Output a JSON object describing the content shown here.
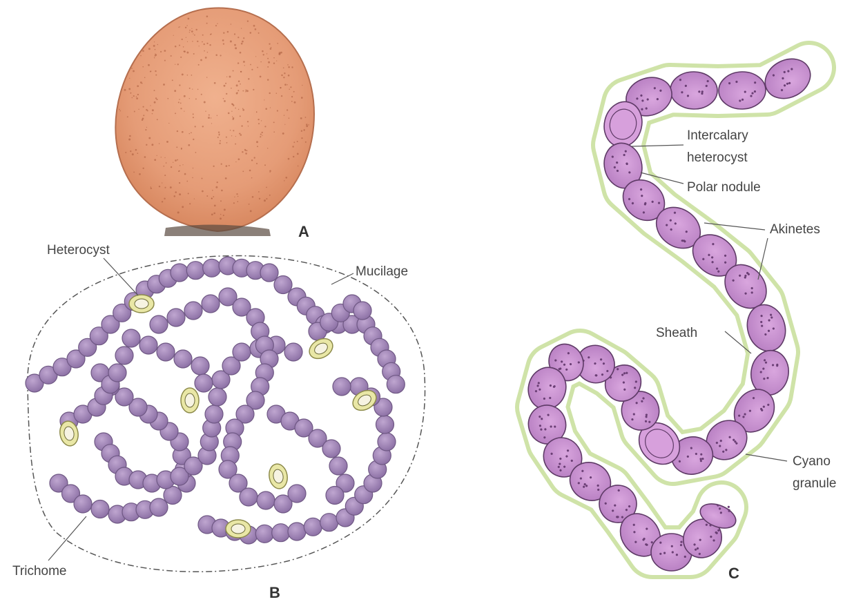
{
  "panels": {
    "a": {
      "letter": "A"
    },
    "b": {
      "letter": "B",
      "labels": {
        "heterocyst": "Heterocyst",
        "mucilage": "Mucilage",
        "trichome": "Trichome"
      }
    },
    "c": {
      "letter": "C",
      "labels": {
        "intercalary_1": "Intercalary",
        "intercalary_2": "heterocyst",
        "polar_nodule": "Polar nodule",
        "akinetes": "Akinetes",
        "sheath": "Sheath",
        "cyano_1": "Cyano",
        "cyano_2": "granule"
      }
    }
  },
  "colors": {
    "colony": "#e8a07a",
    "cell": "#a58ab8",
    "cell_dark": "#7a6390",
    "heterocyst": "#e9e7a6",
    "filament_cell": "#c98fd0",
    "sheath_tint": "#cfe3a8"
  }
}
